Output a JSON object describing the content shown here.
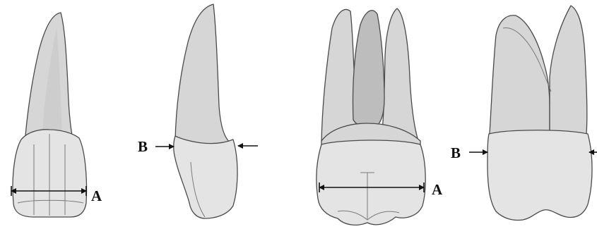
{
  "figure": {
    "labels": {
      "tooth1_measure": "A",
      "tooth2_measure": "B",
      "tooth3_measure": "A",
      "tooth4_measure": "B"
    },
    "colors": {
      "outline": "#4a4a4a",
      "root": "#d6d6d6",
      "crown": "#e4e4e4",
      "measure": "#111111"
    }
  }
}
